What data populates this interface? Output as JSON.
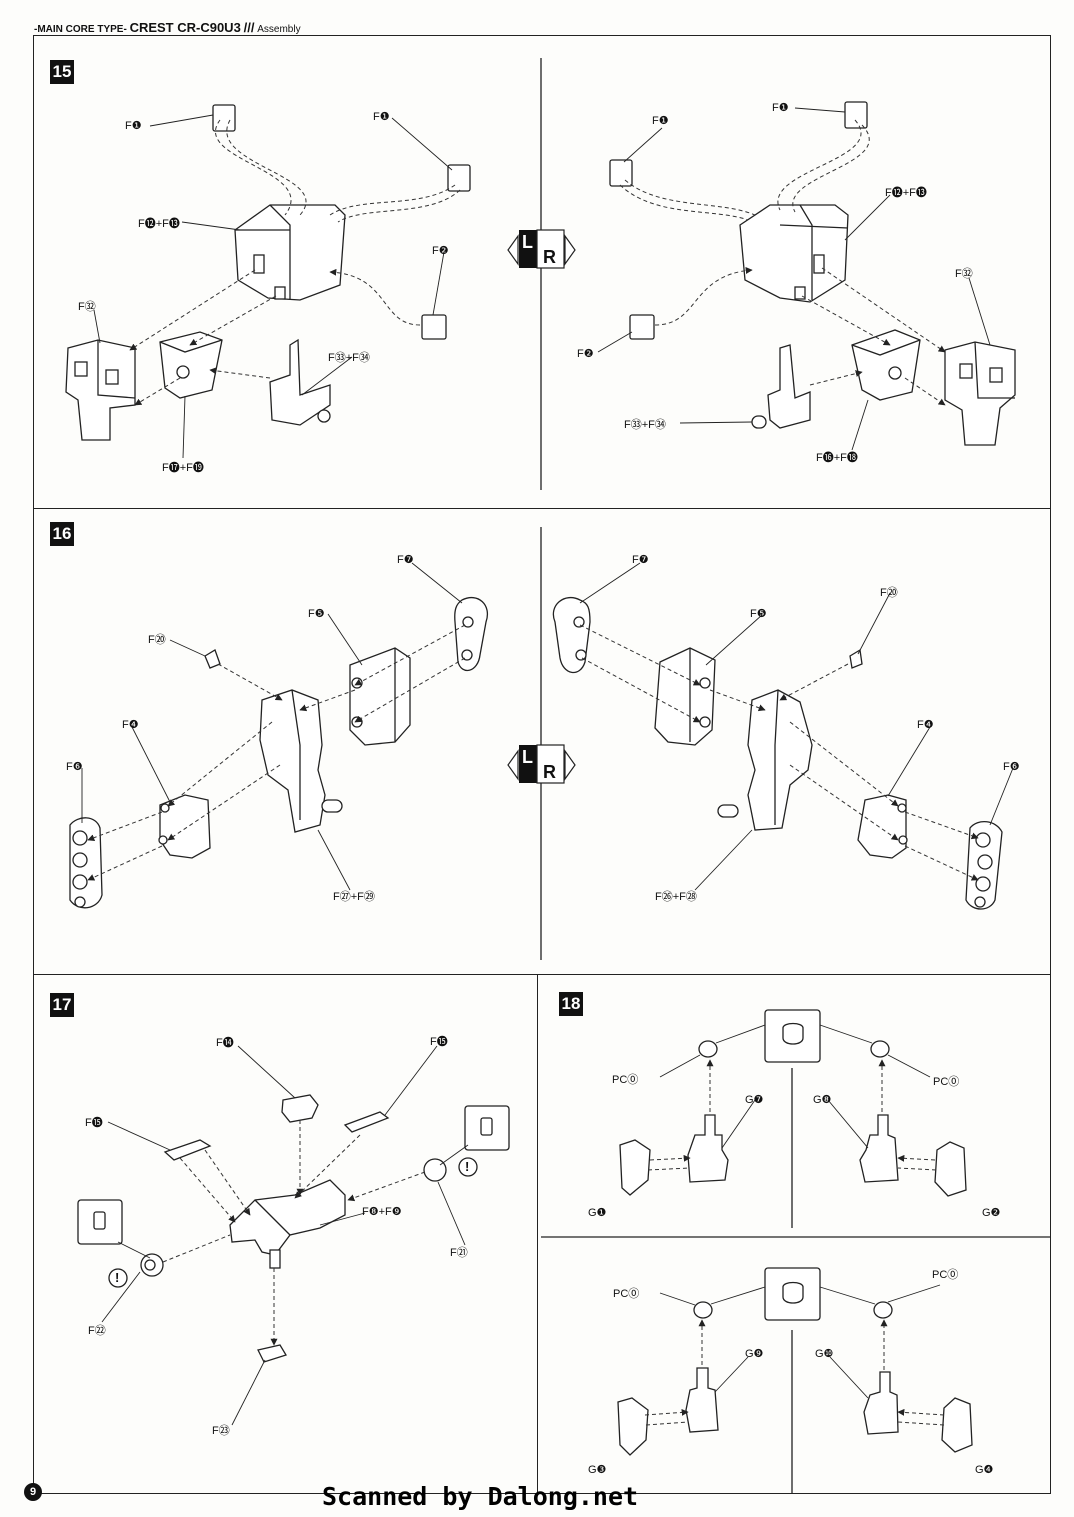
{
  "header": {
    "prefix": "-MAIN CORE TYPE-",
    "model": "CREST CR-C90U3",
    "mark": "///",
    "suffix": "Assembly"
  },
  "page_number": "9",
  "watermark": "Scanned by Dalong.net",
  "lr_badge": {
    "l": "L",
    "r": "R"
  },
  "steps": [
    {
      "number": "15",
      "labels": [
        "F❶",
        "F❶",
        "F⓬+F⓭",
        "F❷",
        "F㉜",
        "F㉝+F㉞",
        "F⓱+F⓳",
        "F❶",
        "F❶",
        "F⓬+F⓭",
        "F㉜",
        "F❷",
        "F㉝+F㉞",
        "F⓰+F⓲"
      ]
    },
    {
      "number": "16",
      "labels": [
        "F❼",
        "F❺",
        "F⑳",
        "F❹",
        "F❻",
        "F㉗+F㉙",
        "F❼",
        "F❺",
        "F⑳",
        "F❹",
        "F❻",
        "F㉖+F㉘"
      ]
    },
    {
      "number": "17",
      "labels": [
        "F⓮",
        "F⓯",
        "F⓯",
        "F㉑",
        "F㉒",
        "F❽+F❾",
        "F㉓"
      ]
    },
    {
      "number": "18",
      "labels": [
        "PC⓪",
        "PC⓪",
        "G❼",
        "G❽",
        "G❶",
        "G❷",
        "PC⓪",
        "PC⓪",
        "G❾",
        "G❿",
        "G❸",
        "G❹"
      ]
    }
  ]
}
